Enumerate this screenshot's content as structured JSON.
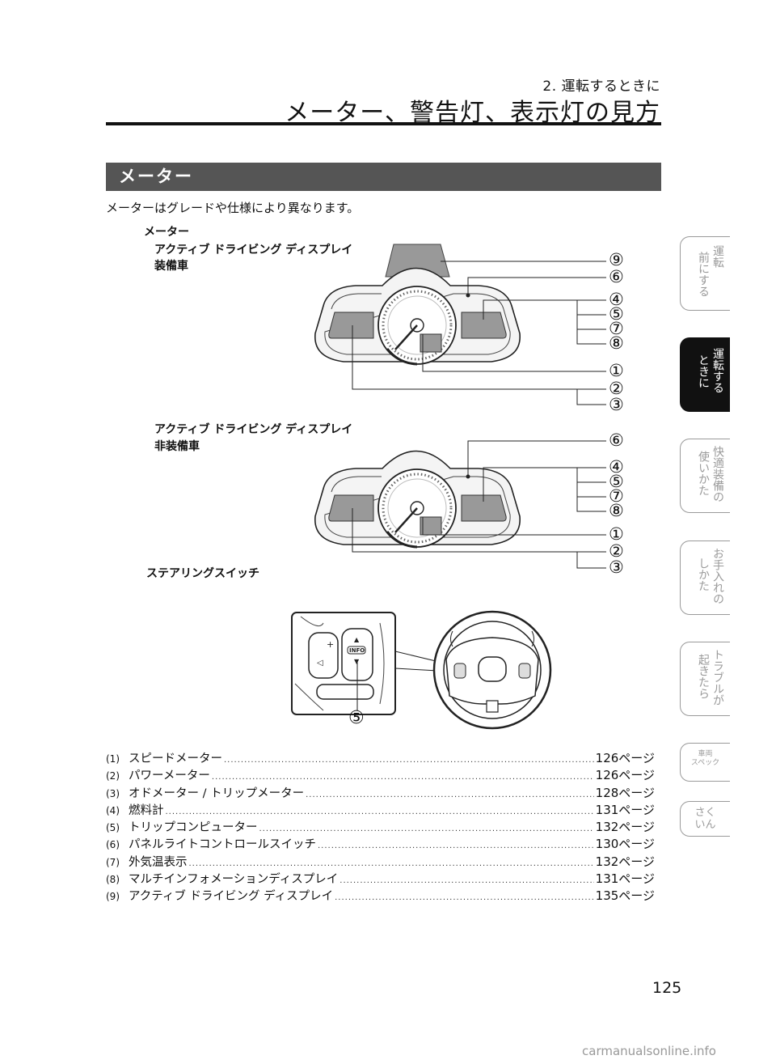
{
  "header": {
    "subtitle": "2. 運転するときに",
    "title": "メーター、警告灯、表示灯の見方"
  },
  "section": {
    "title": "メーター",
    "intro": "メーターはグレードや仕様により異なります。"
  },
  "figure": {
    "label_meter": "メーター",
    "variant1_line1": "アクティブ ドライビング ディスプレイ",
    "variant1_line2": "装備車",
    "variant2_line1": "アクティブ ドライビング ディスプレイ",
    "variant2_line2": "非装備車",
    "label_switch": "ステアリングスイッチ",
    "callouts1": [
      "⑨",
      "⑥",
      "④",
      "⑤",
      "⑦",
      "⑧",
      "①",
      "②",
      "③"
    ],
    "callouts2": [
      "⑥",
      "④",
      "⑤",
      "⑦",
      "⑧",
      "①",
      "②",
      "③"
    ],
    "callout_switch": "⑤",
    "info_label": "INFO"
  },
  "side_tabs": [
    {
      "col1": "運転",
      "col2": "前にする",
      "active": false
    },
    {
      "col1": "運転する",
      "col2": "ときに",
      "active": true
    },
    {
      "col1": "快適装備の",
      "col2": "使いかた",
      "active": false
    },
    {
      "col1": "お手入れの",
      "col2": "しかた",
      "active": false
    },
    {
      "col1": "トラブルが",
      "col2": "起きたら",
      "active": false
    },
    {
      "line1": "車両",
      "line2": "スペック",
      "active": false
    },
    {
      "line1": "さく",
      "line2": "いん",
      "active": false
    }
  ],
  "toc": [
    {
      "num": "(1)",
      "label": "スピードメーター",
      "page": "126ページ"
    },
    {
      "num": "(2)",
      "label": "パワーメーター",
      "page": "126ページ"
    },
    {
      "num": "(3)",
      "label": "オドメーター / トリップメーター",
      "page": "128ページ"
    },
    {
      "num": "(4)",
      "label": "燃料計",
      "page": "131ページ"
    },
    {
      "num": "(5)",
      "label": "トリップコンピューター",
      "page": "132ページ"
    },
    {
      "num": "(6)",
      "label": "パネルライトコントロールスイッチ",
      "page": "130ページ"
    },
    {
      "num": "(7)",
      "label": "外気温表示",
      "page": "132ページ"
    },
    {
      "num": "(8)",
      "label": "マルチインフォメーションディスプレイ",
      "page": "131ページ"
    },
    {
      "num": "(9)",
      "label": "アクティブ ドライビング ディスプレイ",
      "page": "135ページ"
    }
  ],
  "page_number": "125",
  "footer": "carmanualsonline.info"
}
